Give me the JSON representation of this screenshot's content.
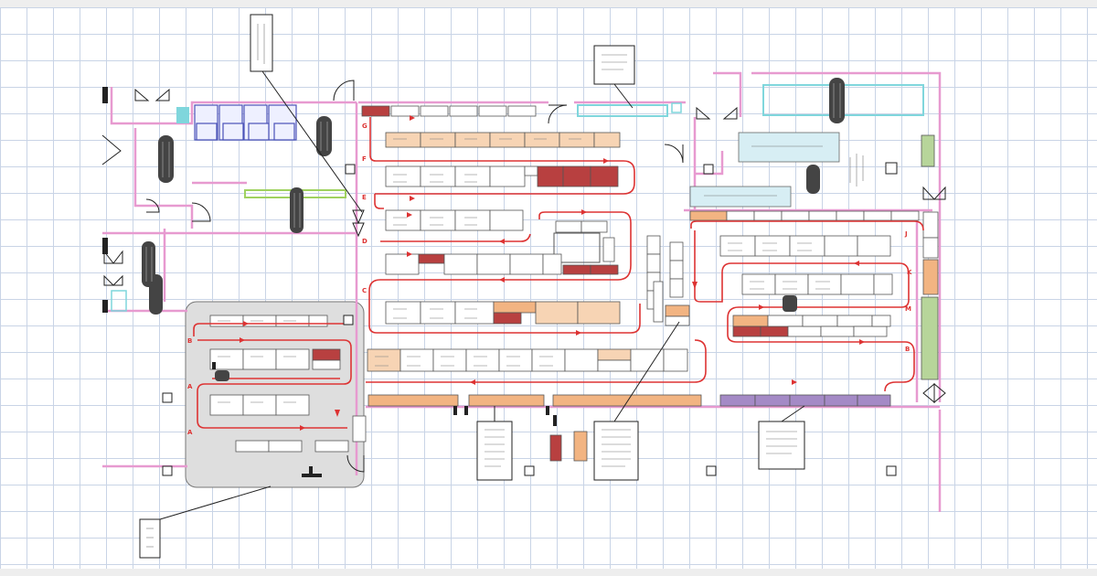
{
  "diagram": {
    "aisle_labels": [
      "G",
      "F",
      "E",
      "D",
      "C",
      "B",
      "A",
      "A",
      "J",
      "K",
      "M",
      "B"
    ],
    "colors": {
      "grid": "#c9d4e6",
      "wall": "#e79ad0",
      "route": "#dd3333",
      "shelf_border": "#555555",
      "shelf_dark_red": "#b84040",
      "shelf_orange": "#f2b482",
      "shelf_tan": "#f7d4b4",
      "shelf_purple": "#a48ac6",
      "shelf_green": "#b7d59a",
      "cyan": "#7fd6dc",
      "light_blue_fill": "#d7eef4",
      "blue_outline": "#4a52b8",
      "grey_zone": "#dedede"
    },
    "icons": [
      "door-icon",
      "arrow-icon",
      "callout-icon",
      "stamp-icon",
      "column-icon"
    ]
  }
}
